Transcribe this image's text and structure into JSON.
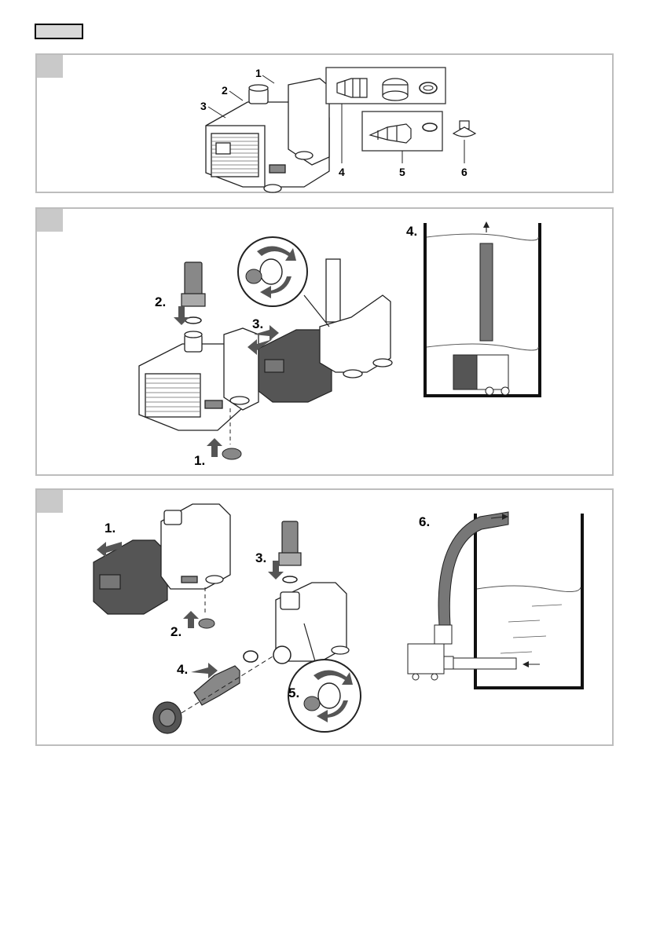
{
  "panel1": {
    "part_numbers": [
      "1",
      "2",
      "3",
      "4",
      "5",
      "6"
    ]
  },
  "panel2": {
    "steps": [
      "1.",
      "2.",
      "3.",
      "4."
    ]
  },
  "panel3": {
    "steps": [
      "1.",
      "2.",
      "3.",
      "4.",
      "5.",
      "6."
    ]
  },
  "colors": {
    "panel_border": "#bdbdbd",
    "corner_tab": "#c9c9c9",
    "header_box": "#d9d9d9",
    "pump_dark": "#555555",
    "line": "#222222"
  }
}
